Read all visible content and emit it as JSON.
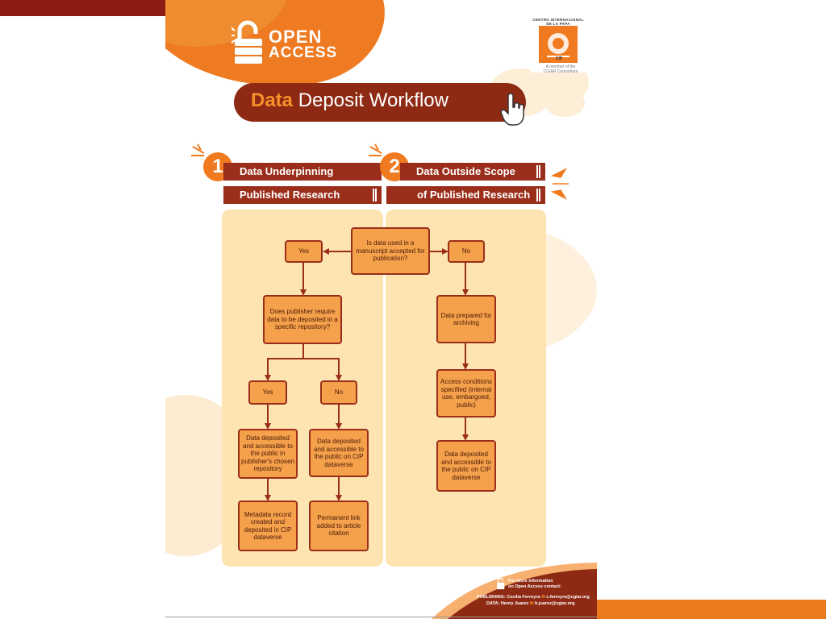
{
  "brand": {
    "line1": "OPEN",
    "line2": "ACCESS"
  },
  "logo": {
    "text": "CENTRO INTERNACIONAL DE LA PAPA",
    "abbr": "CIP",
    "subtitle_line1": "A member of the",
    "subtitle_line2": "CGIAR Consortium"
  },
  "title": {
    "highlight": "Data",
    "rest": " Deposit Workflow"
  },
  "sections": [
    {
      "number": "1",
      "line1": "Data Underpinning",
      "line2": "Published Research"
    },
    {
      "number": "2",
      "line1": "Data Outside Scope",
      "line2": "of Published Research"
    }
  ],
  "nodes": {
    "question": "Is data used in a manuscript accepted for publication?",
    "yes": "Yes",
    "no": "No",
    "publisher_req": "Does publisher require data to be deposited in a specific repository?",
    "yes2": "Yes",
    "no2": "No",
    "dep_publisher": "Data deposited and accessible to the public in publisher's chosen repository",
    "dep_cip_left": "Data deposited and accessible to the public on CIP dataverse",
    "metadata": "Metadata record created and deposited in CIP dataverse",
    "permalink": "Permanent link added to article citation",
    "prepared": "Data prepared for archiving",
    "access": "Access conditions specified (internal use, embargoed, public)",
    "dep_cip_right": "Data deposited and accessible to the public on CIP dataverse"
  },
  "footer": {
    "line1": "For more information",
    "line2": "on Open Access contact:",
    "line3": "PUBLISHING: Cecilia Ferreyra",
    "email1": "c.ferreyra@cgiar.org",
    "line4": "DATA: Henry Juarez",
    "email2": "h.juarez@cgiar.org"
  },
  "colors": {
    "dark_red": "#8e1b12",
    "brand_orange": "#e8661a",
    "node_fill": "#f5a04a",
    "node_border": "#9a2e1a",
    "panel": "#fde4b0"
  }
}
